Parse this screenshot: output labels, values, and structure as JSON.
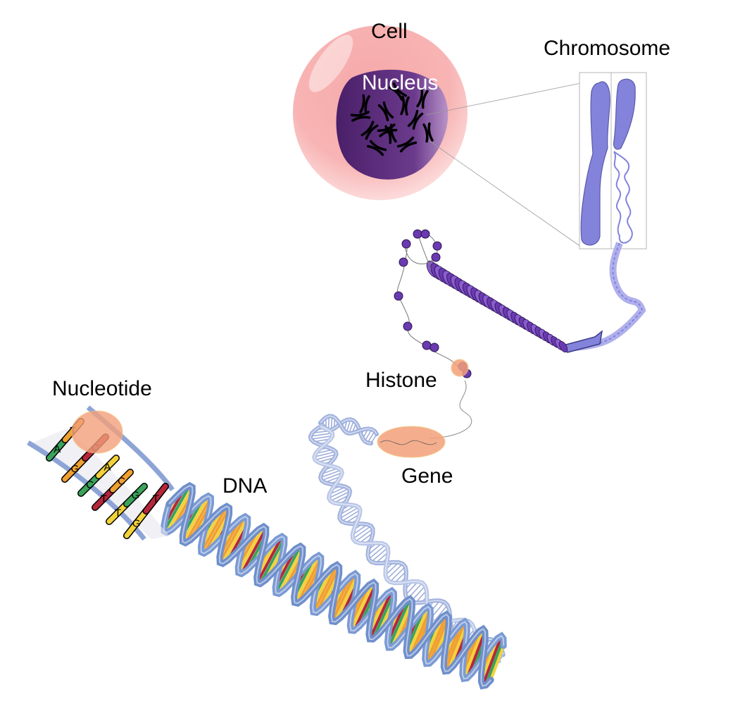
{
  "labels": {
    "cell": "Cell",
    "nucleus": "Nucleus",
    "chromosome": "Chromosome",
    "histone": "Histone",
    "nucleotide": "Nucleotide",
    "gene": "Gene",
    "dna": "DNA"
  },
  "base_letters": [
    "A",
    "T",
    "G",
    "C",
    "C",
    "A",
    "T",
    "C",
    "T",
    "G",
    "G",
    "T",
    "A",
    "C"
  ],
  "colors": {
    "cell": "#f9a3a3",
    "nucleus": "#5b2a7a",
    "chromosome": "#8080d8",
    "histone": "#6a3ab0",
    "dna_backbone": "#6f8fcb",
    "highlight": "#f4a07a",
    "base_green": "#3aa35a",
    "base_orange": "#f0a030",
    "base_yellow": "#f2d23a",
    "base_red": "#b5263a"
  }
}
